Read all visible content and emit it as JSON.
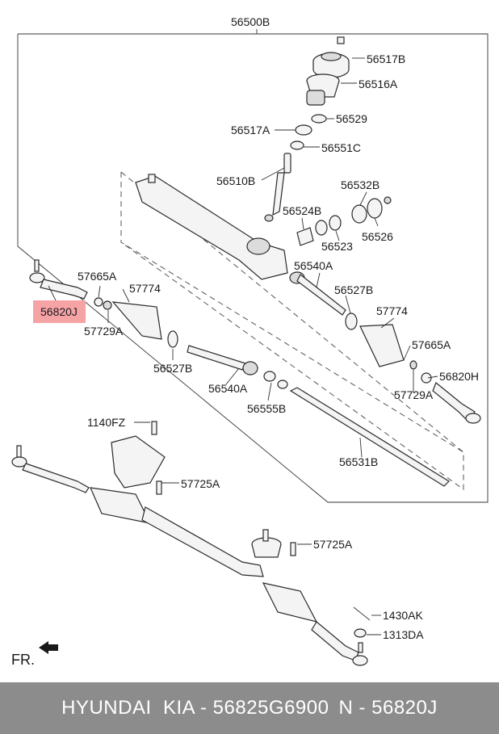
{
  "labels": {
    "assembly": "56500B",
    "cap": "56517B",
    "seal_upper": "56516A",
    "ring_a": "56529",
    "bearing_a": "56517A",
    "ring_b": "56551C",
    "pinion": "56510B",
    "seal_set": "56532B",
    "yoke": "56524B",
    "spring": "56523",
    "plug": "56526",
    "inner_rod_r": "56540A",
    "clamp_r": "56527B",
    "boot_r": "57774",
    "nut_r": "57665A",
    "lock_r": "57729A",
    "tie_end_r": "56820H",
    "tie_end_l": "56820J",
    "nut_l": "57665A",
    "lock_l": "57729A",
    "boot_l": "57774",
    "clamp_l": "56527B",
    "inner_rod_l": "56540A",
    "bushing": "56555B",
    "rack": "56531B",
    "bolt_1": "1140FZ",
    "bolt_2": "57725A",
    "bolt_3": "57725A",
    "pin": "1430AK",
    "nut": "1313DA",
    "front": "FR."
  },
  "highlight_color": "#f6a3a6",
  "footer": {
    "brand": "HYUNDAI  KIA - 56825G6900",
    "ref": "N - 56820J"
  }
}
